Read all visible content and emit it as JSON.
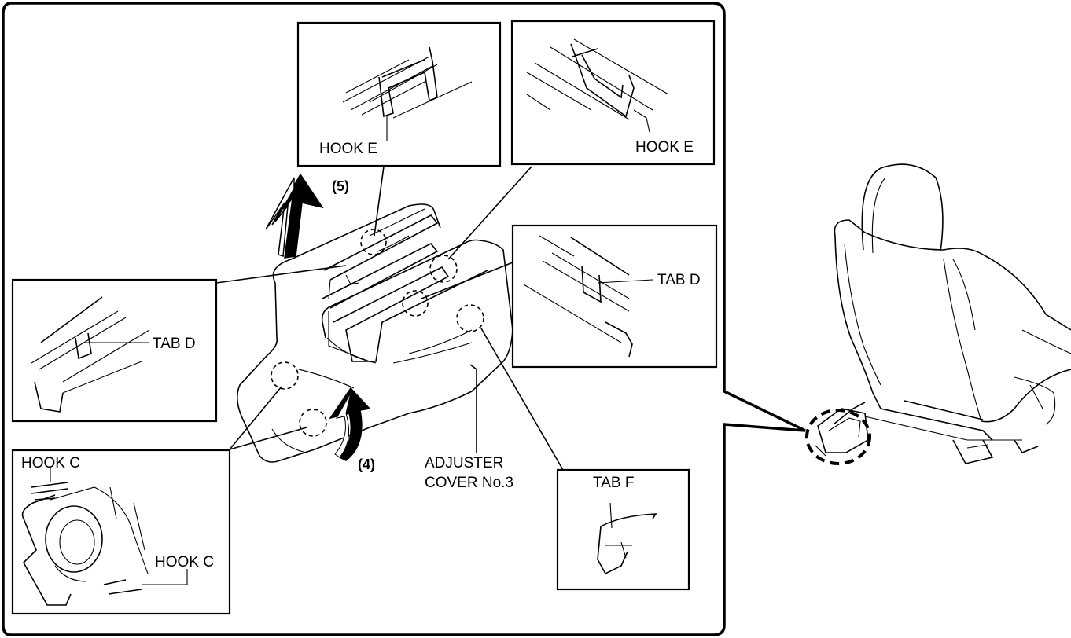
{
  "labels": {
    "hook_e_1": "HOOK E",
    "hook_e_2": "HOOK E",
    "tab_d_left": "TAB D",
    "tab_d_right": "TAB D",
    "hook_c_top": "HOOK C",
    "hook_c_bottom": "HOOK C",
    "tab_f": "TAB F",
    "adjuster_line1": "ADJUSTER",
    "adjuster_line2": "COVER No.3",
    "step_5": "(5)",
    "step_4": "(4)"
  }
}
